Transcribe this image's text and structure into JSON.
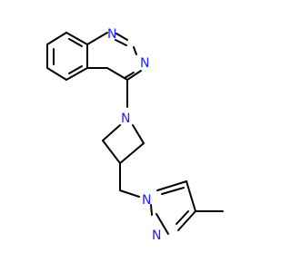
{
  "molecule": {
    "atoms": {
      "n_quinazoline_1": "N",
      "n_quinazoline_3": "N",
      "n_azetidine": "N",
      "n_pyrazole_1": "N",
      "n_pyrazole_2": "N"
    }
  },
  "colors": {
    "bond": "#000000",
    "heteroatom_n": "#1f1fff",
    "background": "#ffffff"
  }
}
